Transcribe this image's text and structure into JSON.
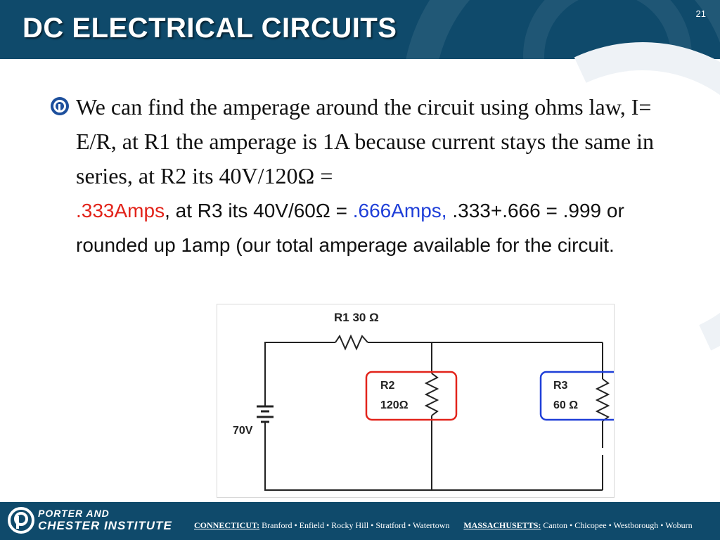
{
  "slide": {
    "title": "DC ELECTRICAL CIRCUITS",
    "page_number": "21"
  },
  "body": {
    "seg1": "We can find the amperage around the circuit using ohms law, I= E/R, at R1 the amperage is 1A because current stays the same in series, at R2 its 40V/120Ω =",
    "seg2": ".333Amps",
    "seg3": ", at R3 its 40V/60Ω = ",
    "seg4": ".666Amps,",
    "seg5": " .333+.666 = .999 or rounded up 1amp (our total amperage available for the circuit."
  },
  "circuit": {
    "r1_label": "R1 30 Ω",
    "r2_name": "R2",
    "r2_value": "120Ω",
    "r3_name": "R3",
    "r3_value": "60 Ω",
    "source_label": "70V"
  },
  "footer": {
    "org_line1": "PORTER AND",
    "org_line2": "CHESTER INSTITUTE",
    "state1": "CONNECTICUT:",
    "cities1": "Branford • Enfield • Rocky Hill • Stratford • Watertown",
    "state2": "MASSACHUSETTS:",
    "cities2": "Canton • Chicopee • Westborough • Woburn"
  },
  "colors": {
    "brand_blue": "#0f4a6b",
    "highlight_red": "#e2231a",
    "highlight_blue": "#1f3fd8"
  }
}
